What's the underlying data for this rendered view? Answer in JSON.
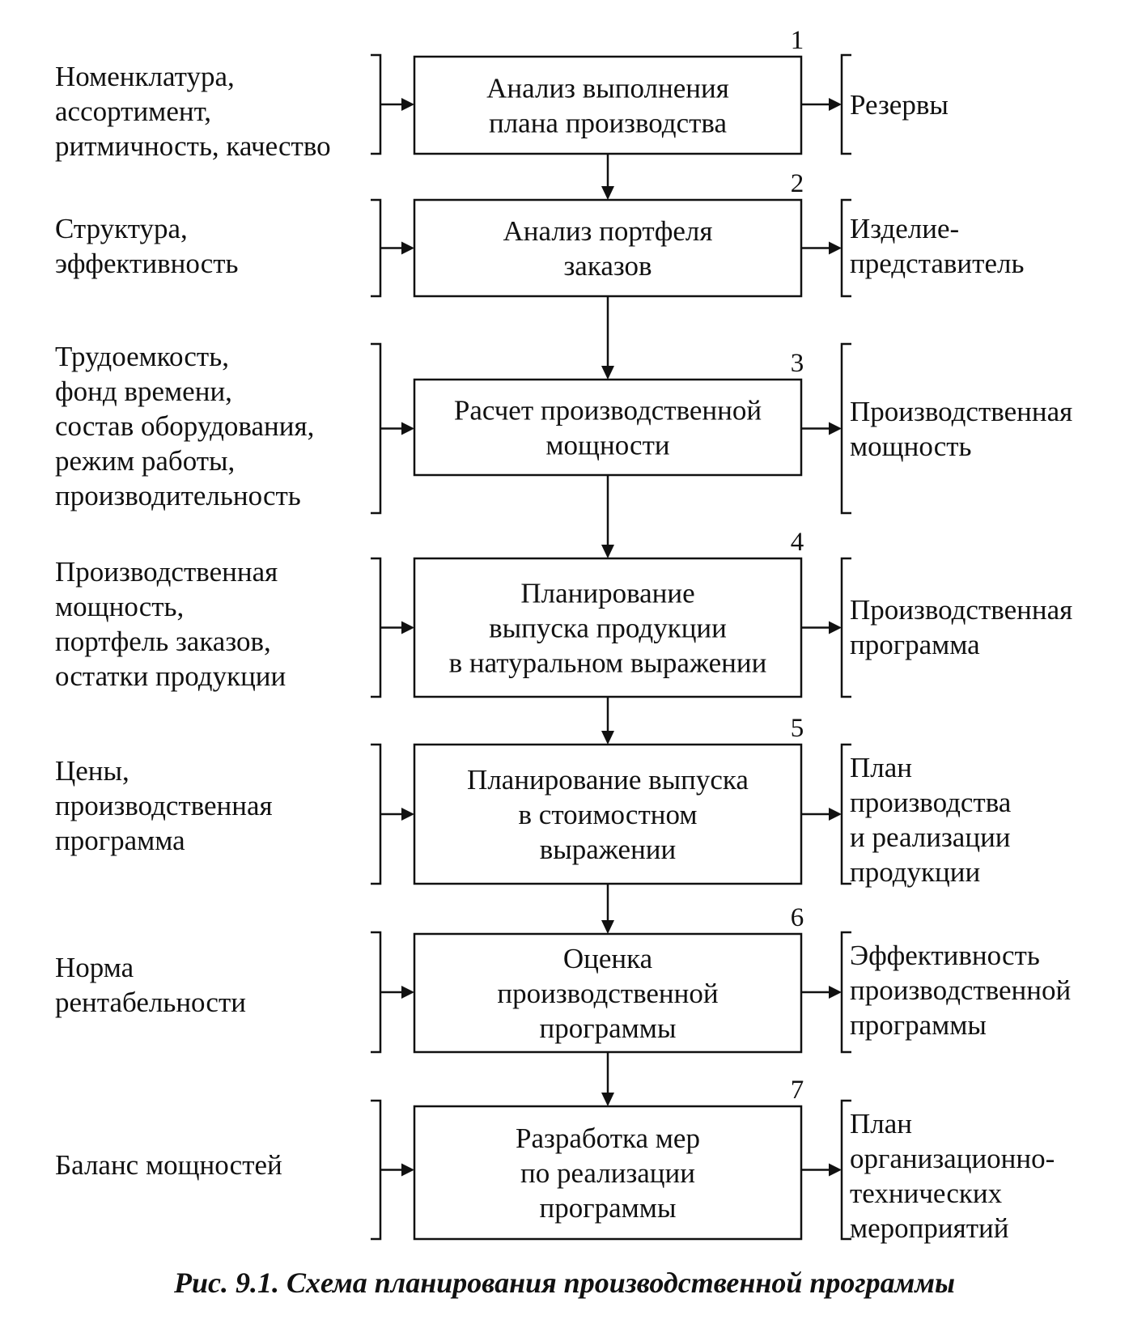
{
  "steps": [
    {
      "number": "1",
      "box": [
        "Анализ выполнения",
        "плана производства"
      ],
      "inputs": [
        "Номенклатура,",
        "ассортимент,",
        "ритмичность, качество"
      ],
      "outputs": [
        "Резервы"
      ]
    },
    {
      "number": "2",
      "box": [
        "Анализ портфеля",
        "заказов"
      ],
      "inputs": [
        "Структура,",
        "эффективность"
      ],
      "outputs": [
        "Изделие-",
        "представитель"
      ]
    },
    {
      "number": "3",
      "box": [
        "Расчет производственной",
        "мощности"
      ],
      "inputs": [
        "Трудоемкость,",
        "фонд времени,",
        "состав оборудования,",
        "режим работы,",
        "производительность"
      ],
      "outputs": [
        "Производственная",
        "мощность"
      ]
    },
    {
      "number": "4",
      "box": [
        "Планирование",
        "выпуска продукции",
        "в натуральном выражении"
      ],
      "inputs": [
        "Производственная",
        "мощность,",
        "портфель заказов,",
        "остатки продукции"
      ],
      "outputs": [
        "Производственная",
        "программа"
      ]
    },
    {
      "number": "5",
      "box": [
        "Планирование выпуска",
        "в стоимостном",
        "выражении"
      ],
      "inputs": [
        "Цены,",
        "производственная",
        "программа"
      ],
      "outputs": [
        "План",
        "производства",
        "и реализации",
        "продукции"
      ]
    },
    {
      "number": "6",
      "box": [
        "Оценка",
        "производственной",
        "программы"
      ],
      "inputs": [
        "Норма",
        "рентабельности"
      ],
      "outputs": [
        "Эффективность",
        "производственной",
        "программы"
      ]
    },
    {
      "number": "7",
      "box": [
        "Разработка мер",
        "по реализации",
        "программы"
      ],
      "inputs": [
        "Баланс мощностей"
      ],
      "outputs": [
        "План",
        "организационно-",
        "технических",
        "мероприятий"
      ]
    }
  ],
  "caption": "Рис. 9.1. Схема планирования производственной программы"
}
